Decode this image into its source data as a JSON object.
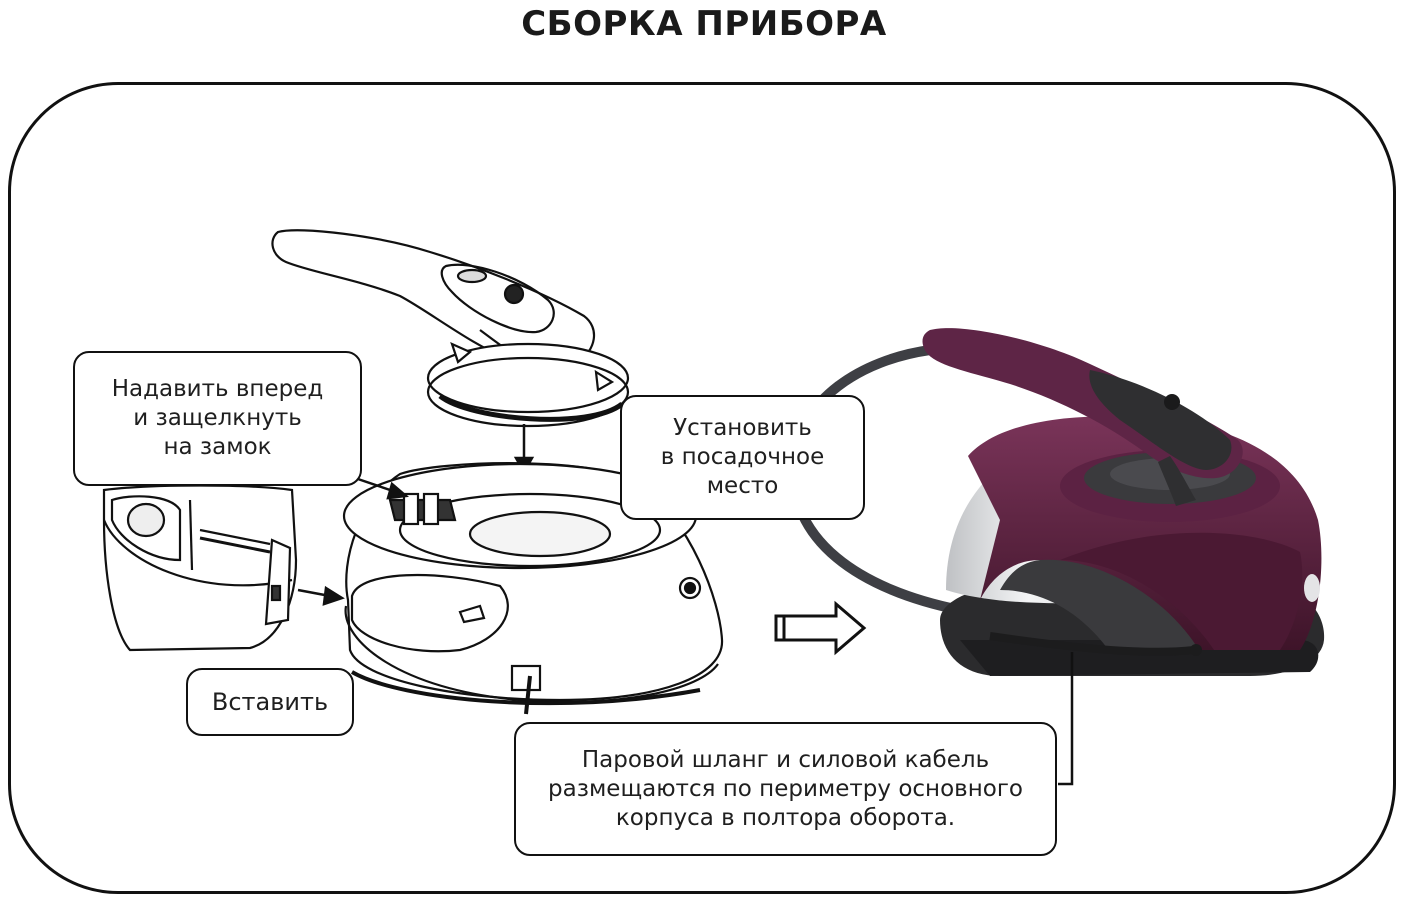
{
  "page_title": "СБОРКА ПРИБОРА",
  "callouts": {
    "press_lock": [
      "Надавить вперед",
      "и защелкнуть",
      "на замок"
    ],
    "install_seat": [
      "Установить",
      "в посадочное",
      "место"
    ],
    "insert": [
      "Вставить"
    ],
    "hose_cable": [
      "Паровой шланг и силовой кабель",
      "размещаются по периметру основного",
      "корпуса в полтора оборота."
    ]
  },
  "colors": {
    "line": "#111111",
    "accent_purple": "#5a2140",
    "body_dark": "#2f2f31",
    "shell_silver": "#d9dadc"
  }
}
